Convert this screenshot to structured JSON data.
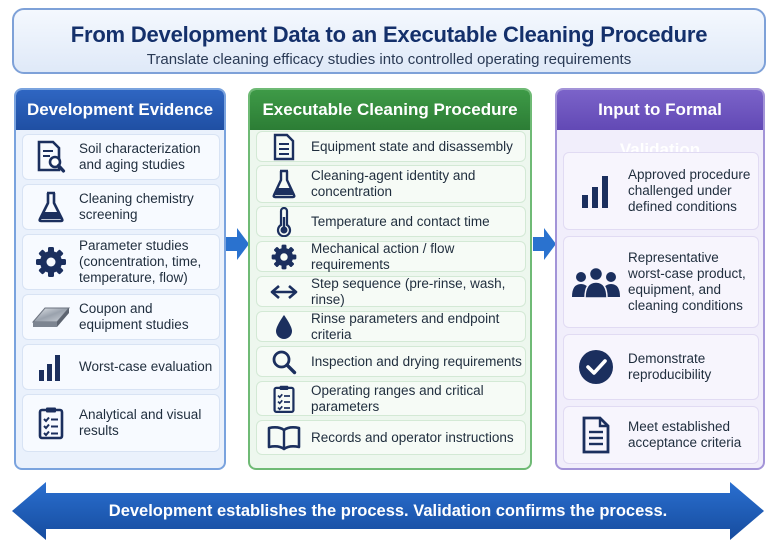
{
  "header": {
    "title": "From Development Data to an Executable Cleaning Procedure",
    "subtitle": "Translate cleaning efficacy studies into controlled operating requirements"
  },
  "left": {
    "heading": "Development Evidence",
    "items": [
      {
        "icon": "document-magnifier-icon",
        "label": "Soil characterization and aging studies"
      },
      {
        "icon": "flask-icon",
        "label": "Cleaning chemistry screening"
      },
      {
        "icon": "gear-icon",
        "label": "Parameter studies (concentration, time, temperature, flow)"
      },
      {
        "icon": "metal-coupon-icon",
        "label": "Coupon and equipment studies"
      },
      {
        "icon": "bar-chart-icon",
        "label": "Worst-case evaluation"
      },
      {
        "icon": "checklist-icon",
        "label": "Analytical and visual results"
      }
    ]
  },
  "middle": {
    "heading": "Executable Cleaning Procedure",
    "items": [
      {
        "icon": "document-icon",
        "label": "Equipment state and disassembly"
      },
      {
        "icon": "flask-icon",
        "label": "Cleaning-agent identity and concentration"
      },
      {
        "icon": "thermometer-icon",
        "label": "Temperature and contact time"
      },
      {
        "icon": "gear-icon",
        "label": "Mechanical action / flow requirements"
      },
      {
        "icon": "double-arrow-icon",
        "label": "Step sequence (pre-rinse, wash, rinse)"
      },
      {
        "icon": "water-drop-icon",
        "label": "Rinse parameters and endpoint criteria"
      },
      {
        "icon": "magnifier-icon",
        "label": "Inspection and drying requirements"
      },
      {
        "icon": "clipboard-checklist-icon",
        "label": "Operating ranges and critical parameters"
      },
      {
        "icon": "open-book-icon",
        "label": "Records and operator instructions"
      }
    ]
  },
  "right": {
    "heading": "Input to Formal Validation",
    "items": [
      {
        "icon": "bar-chart-icon",
        "label": "Approved procedure challenged under defined conditions"
      },
      {
        "icon": "people-group-icon",
        "label": "Representative worst-case product, equipment, and cleaning conditions"
      },
      {
        "icon": "check-circle-icon",
        "label": "Demonstrate reproducibility"
      },
      {
        "icon": "document-icon",
        "label": "Meet established acceptance criteria"
      }
    ]
  },
  "banner": {
    "text": "Development establishes the process. Validation confirms the process."
  },
  "colors": {
    "left_accent": "#1f4fa3",
    "middle_accent": "#2c7d35",
    "right_accent": "#6249b5",
    "icon_navy": "#1b2f5e",
    "arrow_blue": "#2a72cf",
    "banner_blue": "#1a58b4"
  }
}
